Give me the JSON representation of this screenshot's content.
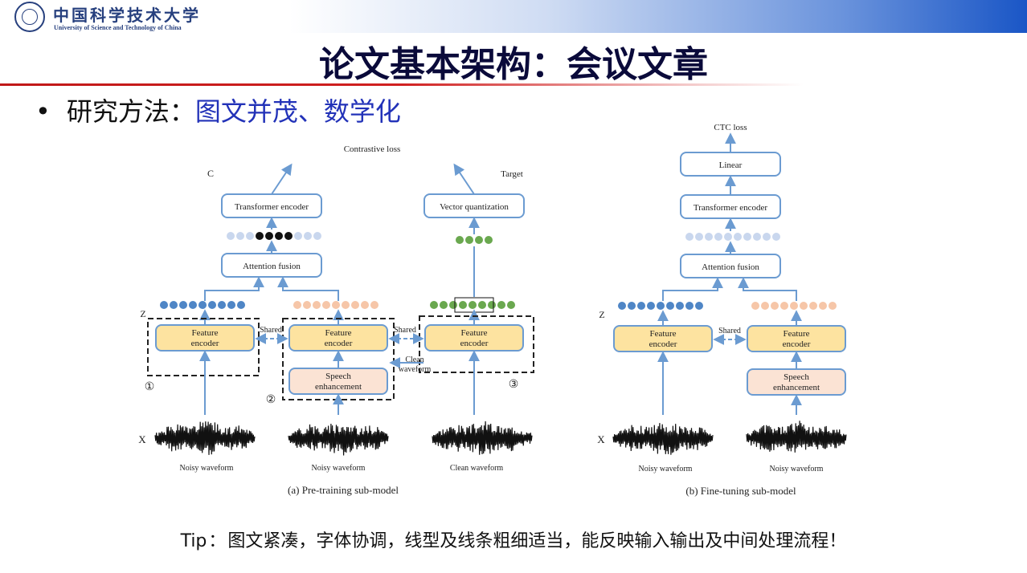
{
  "logo": {
    "name_cn": "中国科学技术大学",
    "name_en": "University of Science and Technology of China"
  },
  "slide_title": "论文基本架构：会议文章",
  "bullet": {
    "heading": "研究方法",
    "separator": "：",
    "value": "图文并茂、数学化"
  },
  "diagram": {
    "pretrain": {
      "caption": "(a) Pre-training sub-model",
      "contrastive_loss": "Contrastive loss",
      "c_label": "C",
      "target_label": "Target",
      "z_label": "Z",
      "x_label": "X",
      "transformer_encoder": "Transformer encoder",
      "vector_quantization": "Vector quantization",
      "attention_fusion": "Attention fusion",
      "feature_encoder_1a": "Feature",
      "feature_encoder_1b": "encoder",
      "feature_encoder_2a": "Feature",
      "feature_encoder_2b": "encoder",
      "feature_encoder_3a": "Feature",
      "feature_encoder_3b": "encoder",
      "speech_enhancement_a": "Speech",
      "speech_enhancement_b": "enhancement",
      "shared_1": "Shared",
      "shared_2": "Shared",
      "clean_waveform_arrow_a": "Clean",
      "clean_waveform_arrow_b": "waveform",
      "marker_1": "①",
      "marker_2": "②",
      "marker_3": "③",
      "wave_1": "Noisy waveform",
      "wave_2": "Noisy waveform",
      "wave_3": "Clean waveform"
    },
    "finetune": {
      "caption": "(b) Fine-tuning sub-model",
      "ctc_loss": "CTC loss",
      "linear": "Linear",
      "transformer_encoder": "Transformer encoder",
      "attention_fusion": "Attention fusion",
      "z_label": "Z",
      "x_label": "X",
      "feature_encoder_1a": "Feature",
      "feature_encoder_1b": "encoder",
      "feature_encoder_2a": "Feature",
      "feature_encoder_2b": "encoder",
      "speech_enhancement_a": "Speech",
      "speech_enhancement_b": "enhancement",
      "shared": "Shared",
      "wave_1": "Noisy waveform",
      "wave_2": "Noisy waveform"
    },
    "colors": {
      "arrow": "#6b9bd1",
      "box_border": "#6b9bd1",
      "feature_fill": "#fde3a0",
      "enhancement_fill": "#fbe3d4",
      "blue_dot": "#4f86c6",
      "pale_blue_dot": "#c9d7ee",
      "black_dot": "#111111",
      "peach_dot": "#f6c6a8",
      "green_dot": "#6aa84f"
    }
  },
  "tip": {
    "label": "Tip",
    "separator": "：",
    "text": "图文紧凑，字体协调，线型及线条粗细适当，能反映输入输出及中间处理流程！"
  }
}
